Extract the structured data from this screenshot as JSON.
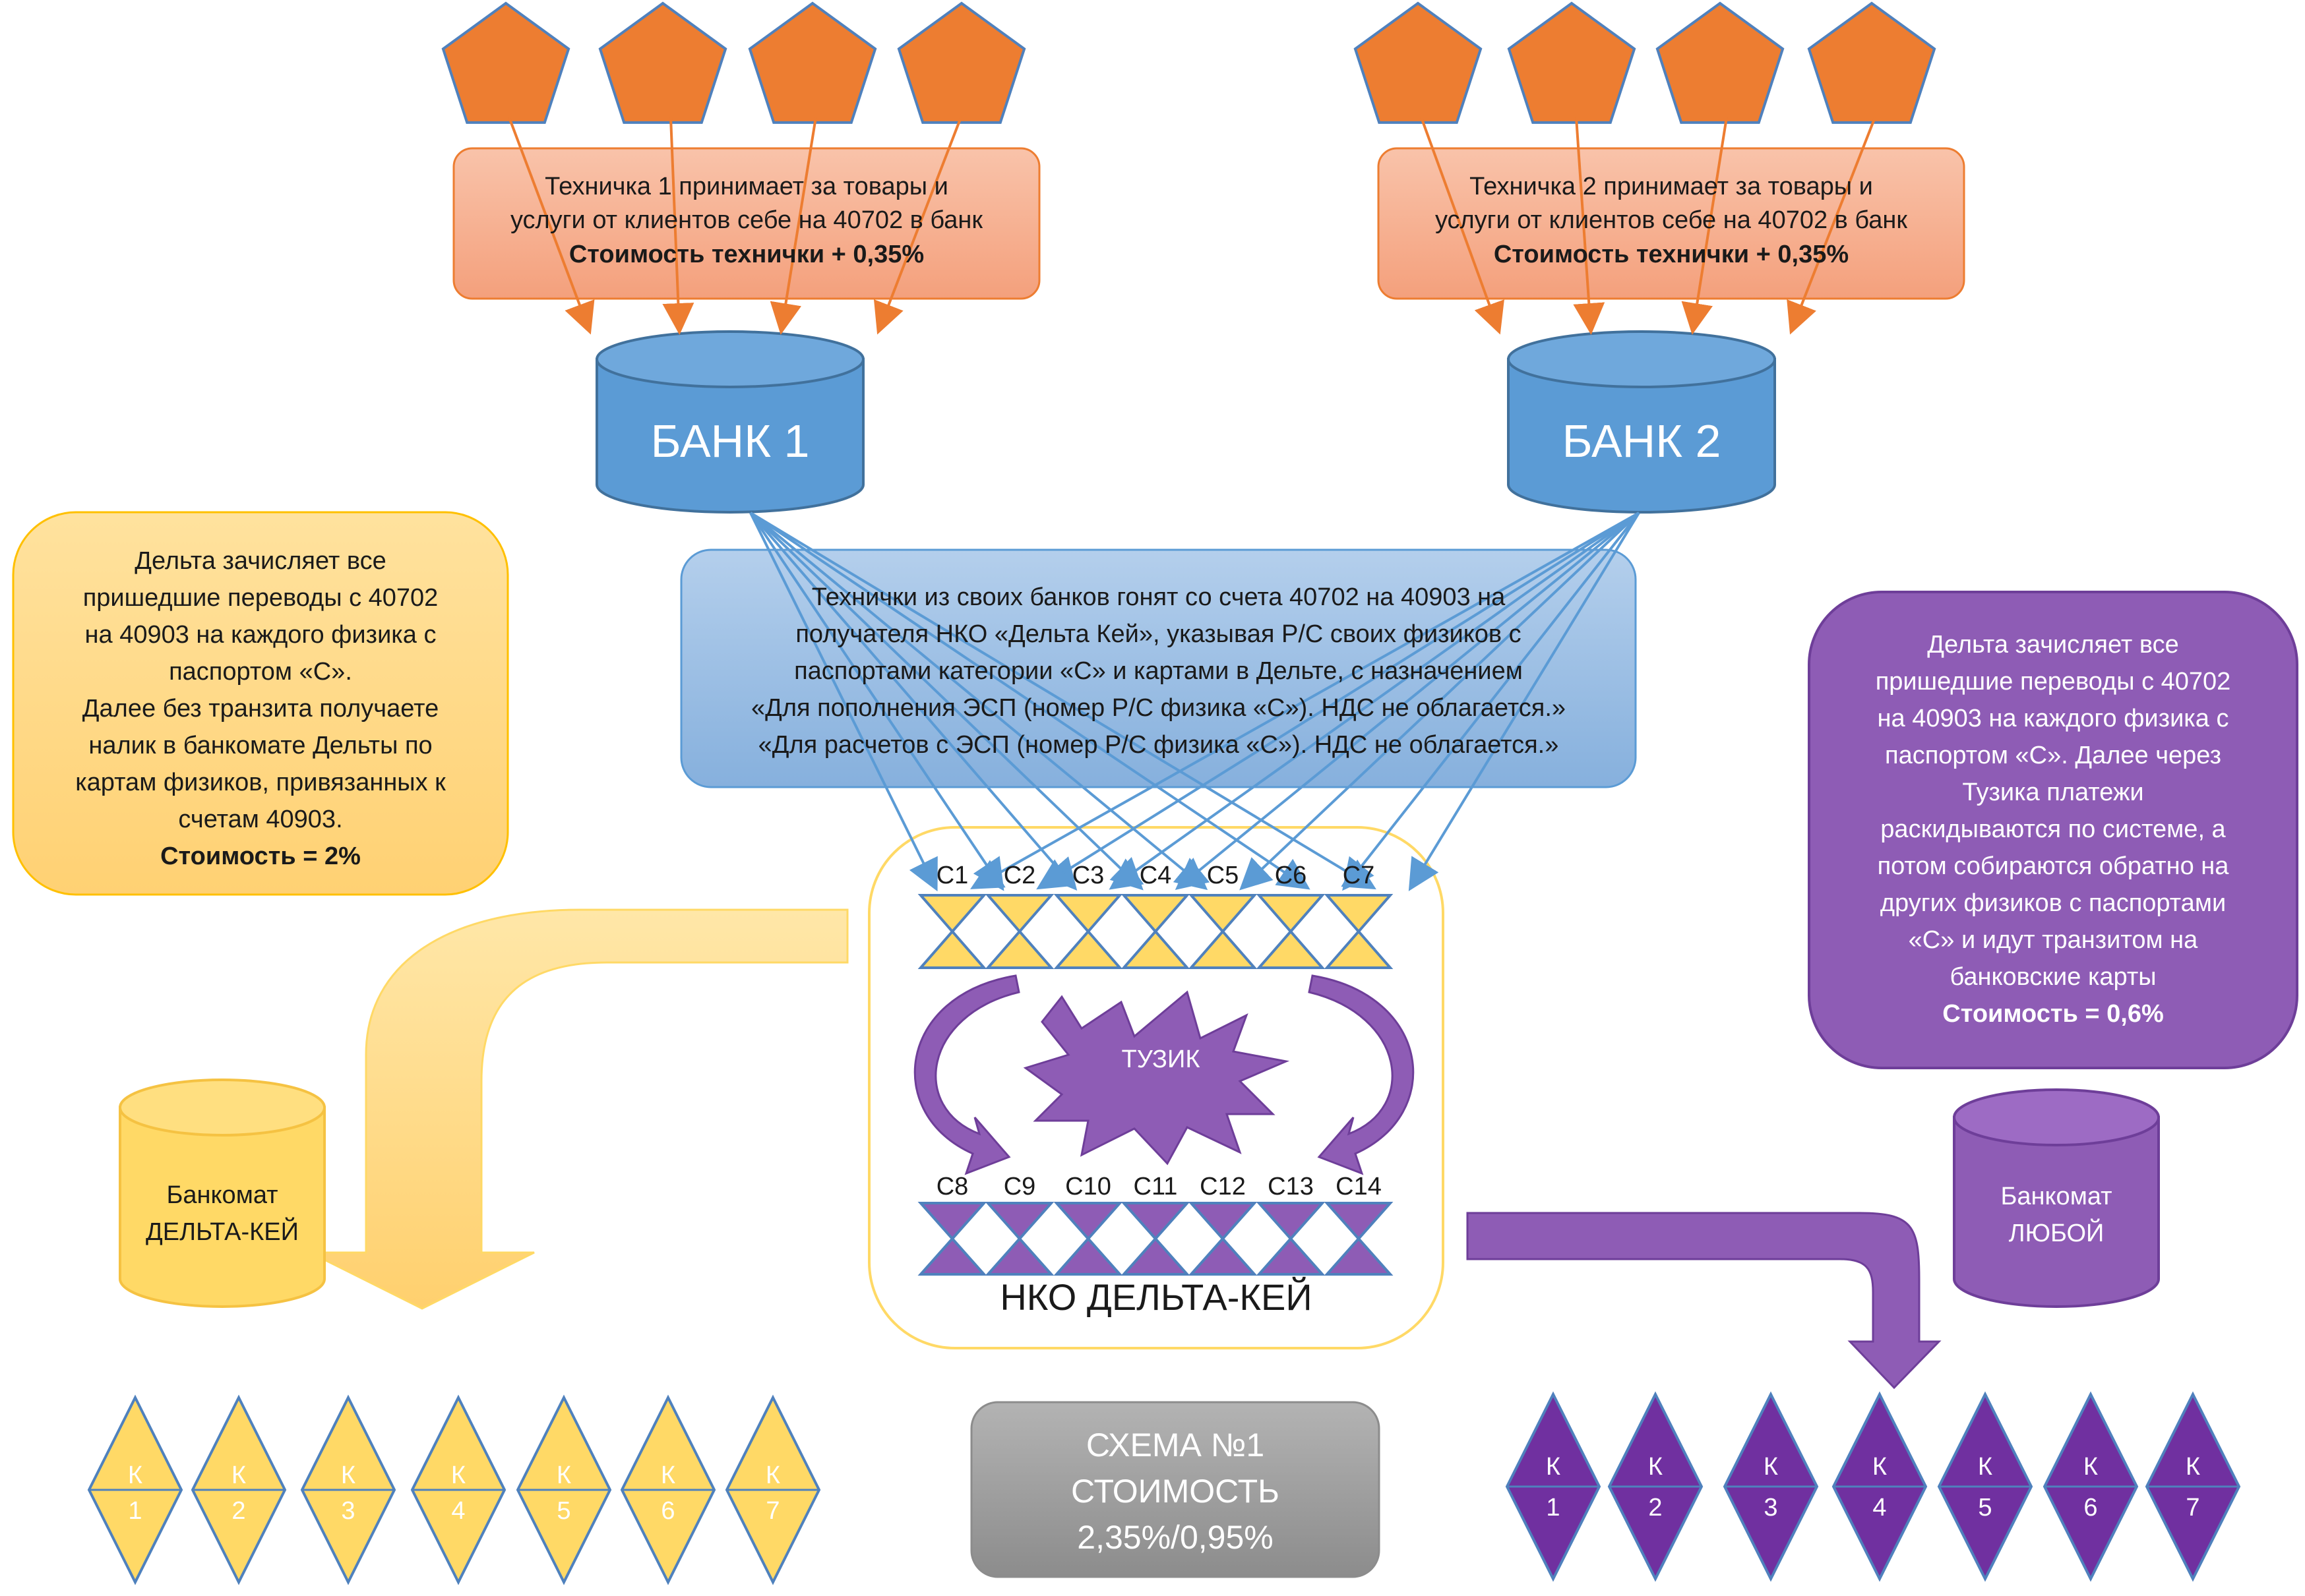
{
  "colors": {
    "orange": "#ED7D31",
    "orange_box": "#F7B08F",
    "blue": "#5B9BD5",
    "blue_box": "#9DC3E6",
    "yellow": "#FFD966",
    "yellow_box": "#FFD98A",
    "purple": "#8E5CB5",
    "purple_dark": "#7030A0",
    "gray": "#A6A6A6"
  },
  "tech1": {
    "lines": [
      "Техничка 1 принимает за товары и",
      "услуги от клиентов себе на 40702 в банк"
    ],
    "cost": "Стоимость технички + 0,35%"
  },
  "tech2": {
    "lines": [
      "Техничка 2 принимает за товары и",
      "услуги от клиентов себе на 40702 в банк"
    ],
    "cost": "Стоимость технички + 0,35%"
  },
  "bank1": "БАНК 1",
  "bank2": "БАНК 2",
  "transfer": {
    "lines": [
      "Технички из своих банков гонят со счета 40702 на 40903 на",
      "получателя НКО «Дельта Кей», указывая Р/С своих физиков с",
      "паспортами категории «С» и картами в Дельте, с назначением",
      "«Для пополнения ЭСП (номер Р/С физика «С»). НДС не облагается.»",
      "«Для расчетов с ЭСП (номер Р/С физика «С»). НДС не облагается.»"
    ]
  },
  "left_note": {
    "lines": [
      "Дельта зачисляет все",
      "пришедшие переводы с 40702",
      "на 40903 на каждого физика с",
      "паспортом «С».",
      "Далее без транзита получаете",
      "налик в банкомате Дельты по",
      "картам физиков, привязанных к",
      "счетам 40903."
    ],
    "cost": "Стоимость = 2%"
  },
  "right_note": {
    "lines": [
      "Дельта зачисляет все",
      "пришедшие переводы с 40702",
      "на 40903 на каждого физика с",
      "паспортом «С». Далее через",
      "Тузика платежи",
      "раскидываются по системе, а",
      "потом собираются обратно на",
      "других физиков с паспортами",
      "«С» и идут транзитом на",
      "банковские карты"
    ],
    "cost": "Стоимость = 0,6%"
  },
  "nko": {
    "title": "НКО ДЕЛЬТА-КЕЙ",
    "center": "ТУЗИК",
    "top_labels": [
      "С1",
      "С2",
      "С3",
      "С4",
      "С5",
      "С6",
      "С7"
    ],
    "bottom_labels": [
      "С8",
      "С9",
      "С10",
      "С11",
      "С12",
      "С13",
      "С14"
    ]
  },
  "atm_left": [
    "Банкомат",
    "ДЕЛЬТА-КЕЙ"
  ],
  "atm_right": [
    "Банкомат",
    "ЛЮБОЙ"
  ],
  "cards_left": [
    "К",
    "К",
    "К",
    "К",
    "К",
    "К",
    "К"
  ],
  "cards_left_num": [
    "1",
    "2",
    "3",
    "4",
    "5",
    "6",
    "7"
  ],
  "cards_right": [
    "К",
    "К",
    "К",
    "К",
    "К",
    "К",
    "К"
  ],
  "cards_right_num": [
    "1",
    "2",
    "3",
    "4",
    "5",
    "6",
    "7"
  ],
  "scheme": [
    "СХЕМА №1",
    "СТОИМОСТЬ",
    "2,35%/0,95%"
  ]
}
